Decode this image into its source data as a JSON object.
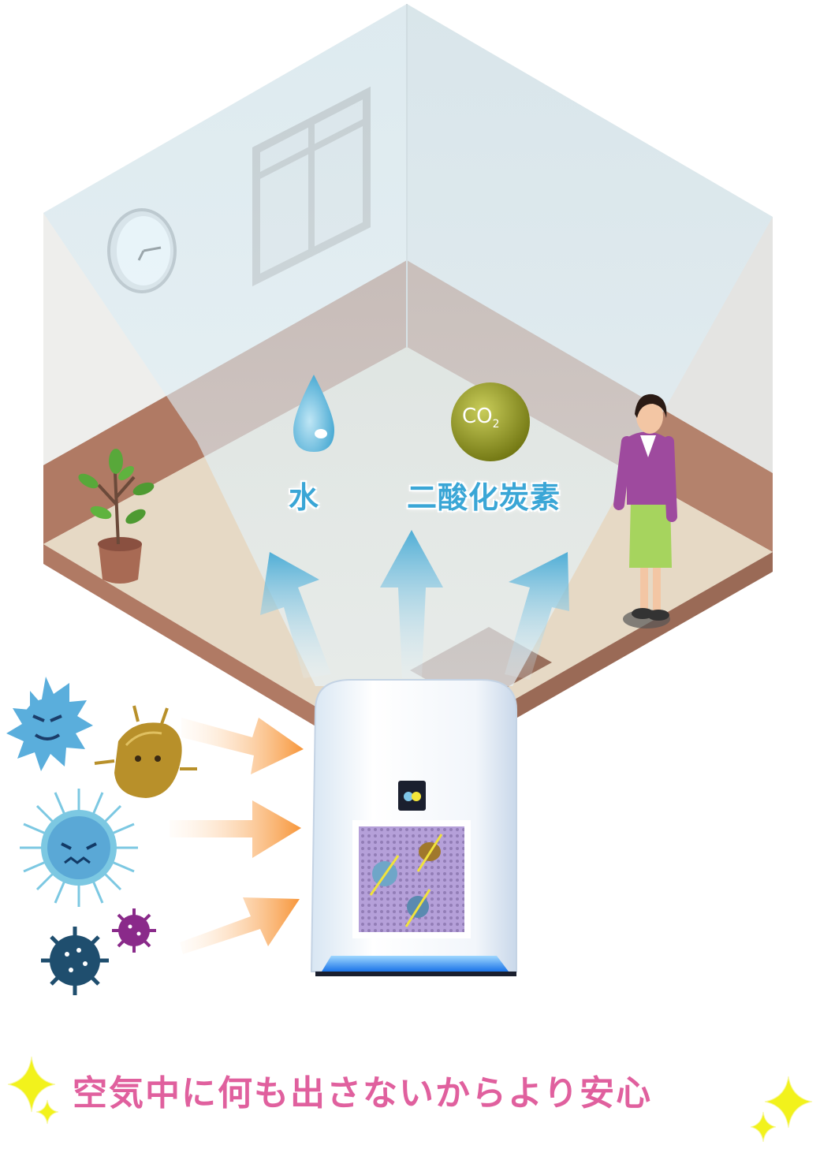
{
  "labels": {
    "water": "水",
    "co2_name": "二酸化炭素",
    "co2_formula_main": "CO",
    "co2_formula_sub": "2"
  },
  "tagline": "空気中に何も出さないからより安心",
  "colors": {
    "label_blue": "#3aa6d6",
    "tagline_pink": "#e0609e",
    "sparkle_yellow": "#f2f21c",
    "co2_ball": "#8a8f1a",
    "arrow_blue": "#4fb3d9",
    "arrow_orange": "#f7963a"
  },
  "icons": [
    "water-drop-icon",
    "co2-ball-icon",
    "sparkle-icon",
    "germ-icon",
    "virus-icon",
    "plant-icon",
    "clock-icon",
    "window-icon",
    "person-icon",
    "air-purifier-icon"
  ]
}
